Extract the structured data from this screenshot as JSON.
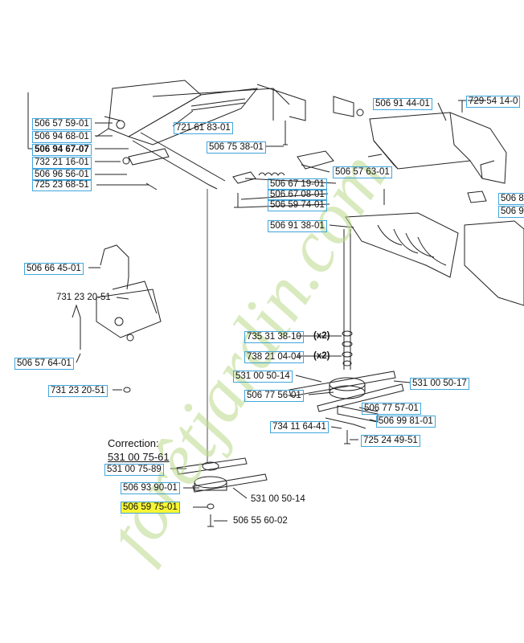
{
  "colors": {
    "label_border": "#41a6dc",
    "highlight": "#f7f534",
    "watermark": "#b9d98b",
    "line": "#222222"
  },
  "watermark": "forêtjardin.com",
  "correction": {
    "title": "Correction:",
    "part": "531 00 75-61"
  },
  "labels": [
    {
      "id": "p1",
      "text": "506 57 59-01"
    },
    {
      "id": "p2",
      "text": "506 94 68-01"
    },
    {
      "id": "p3",
      "text": "506 94 67-07"
    },
    {
      "id": "p4",
      "text": "732 21 16-01"
    },
    {
      "id": "p5",
      "text": "506 96 56-01"
    },
    {
      "id": "p6",
      "text": "725 23 68-51"
    },
    {
      "id": "p7",
      "text": "721 61 83-01"
    },
    {
      "id": "p8",
      "text": "506 75 38-01"
    },
    {
      "id": "p9",
      "text": "506 91 44-01"
    },
    {
      "id": "p10",
      "text": "729 54 14-0"
    },
    {
      "id": "p11",
      "text": "506 57 63-01"
    },
    {
      "id": "p12",
      "text": "506 67 19-01"
    },
    {
      "id": "p13",
      "text": "506 67 08-01"
    },
    {
      "id": "p14",
      "text": "506 59 74-01"
    },
    {
      "id": "p15",
      "text": "506 91 38-01"
    },
    {
      "id": "p16",
      "text": "506 8"
    },
    {
      "id": "p17",
      "text": "506 9"
    },
    {
      "id": "p18",
      "text": "506 66 45-01"
    },
    {
      "id": "p19",
      "text": "731 23 20-51"
    },
    {
      "id": "p20",
      "text": "506 57 64-01"
    },
    {
      "id": "p21",
      "text": "731 23 20-51"
    },
    {
      "id": "p22",
      "text": "735 31 38-10"
    },
    {
      "id": "p22q",
      "text": "(x2)"
    },
    {
      "id": "p23",
      "text": "738 21 04-04"
    },
    {
      "id": "p23q",
      "text": "(x2)"
    },
    {
      "id": "p24",
      "text": "531 00 50-14"
    },
    {
      "id": "p25",
      "text": "531 00 50-17"
    },
    {
      "id": "p26",
      "text": "506 77 56-01"
    },
    {
      "id": "p27",
      "text": "506 77 57-01"
    },
    {
      "id": "p28",
      "text": "506 99 81-01"
    },
    {
      "id": "p29",
      "text": "734 11 64-41"
    },
    {
      "id": "p30",
      "text": "725 24 49-51"
    },
    {
      "id": "p31",
      "text": "531 00 75-89"
    },
    {
      "id": "p32",
      "text": "506 93 90-01"
    },
    {
      "id": "p33",
      "text": "506 59 75-01"
    },
    {
      "id": "p34",
      "text": "531 00 50-14"
    },
    {
      "id": "p35",
      "text": "506 55 60-02"
    }
  ]
}
